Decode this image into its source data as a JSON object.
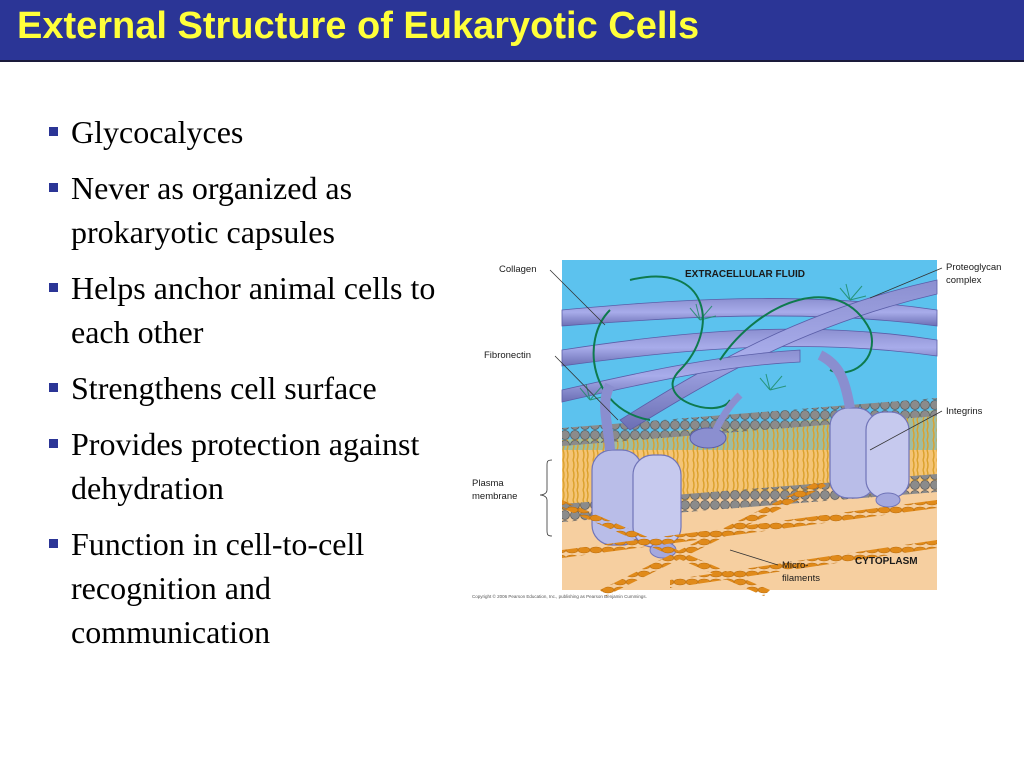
{
  "slide": {
    "title": "External Structure of Eukaryotic Cells",
    "bullets": [
      "Glycocalyces",
      "Never as organized as prokaryotic capsules",
      "Helps anchor animal cells to each other",
      "Strengthens cell surface",
      "Provides protection against dehydration",
      "Function in cell-to-cell recognition and communication"
    ]
  },
  "figure": {
    "labels": {
      "collagen": "Collagen",
      "fibronectin": "Fibronectin",
      "plasma_membrane_1": "Plasma",
      "plasma_membrane_2": "membrane",
      "extracellular_fluid": "EXTRACELLULAR FLUID",
      "proteoglycan_1": "Proteoglycan",
      "proteoglycan_2": "complex",
      "integrins": "Integrins",
      "microfilaments_1": "Micro-",
      "microfilaments_2": "filaments",
      "cytoplasm": "CYTOPLASM"
    },
    "copyright": "Copyright © 2006 Pearson Education, Inc., publishing as Pearson Benjamin Cummings."
  }
}
